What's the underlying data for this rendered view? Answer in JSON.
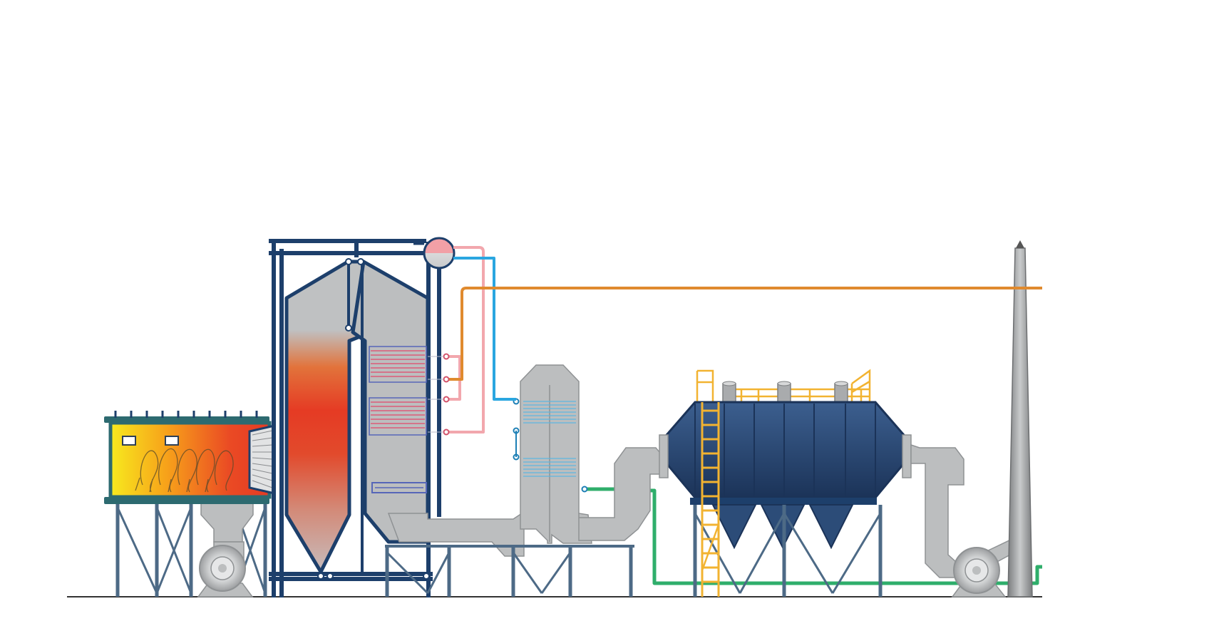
{
  "colors": {
    "background": "#ffffff",
    "structure_navy": "#1d3f6b",
    "duct_gray": "#bcbebf",
    "duct_outline": "#8f9294",
    "steam_pipe_orange": "#e08a2e",
    "water_pipe_blue": "#2aa6e0",
    "water_pipe_pink": "#f2a7ad",
    "green_pipe": "#2fae6b",
    "ladder_yellow": "#f2b331",
    "precipitator_blue": "#2c4c78",
    "heat_red": "#e53b24",
    "heat_yellow": "#f6e61d",
    "leg_steel": "#4d6a86",
    "ground_line": "#333333"
  },
  "components": [
    {
      "id": "grate-furnace",
      "kind": "biomass grate furnace"
    },
    {
      "id": "boiler-furnace",
      "kind": "boiler combustion chamber"
    },
    {
      "id": "convection-pass",
      "kind": "superheater / economizer pass"
    },
    {
      "id": "steam-drum",
      "kind": "steam drum"
    },
    {
      "id": "air-preheater",
      "kind": "air preheater"
    },
    {
      "id": "precipitator",
      "kind": "bag filter / electrostatic precipitator"
    },
    {
      "id": "induced-draft-fan",
      "kind": "fan"
    },
    {
      "id": "forced-draft-fan",
      "kind": "fan"
    },
    {
      "id": "chimney",
      "kind": "stack"
    }
  ]
}
